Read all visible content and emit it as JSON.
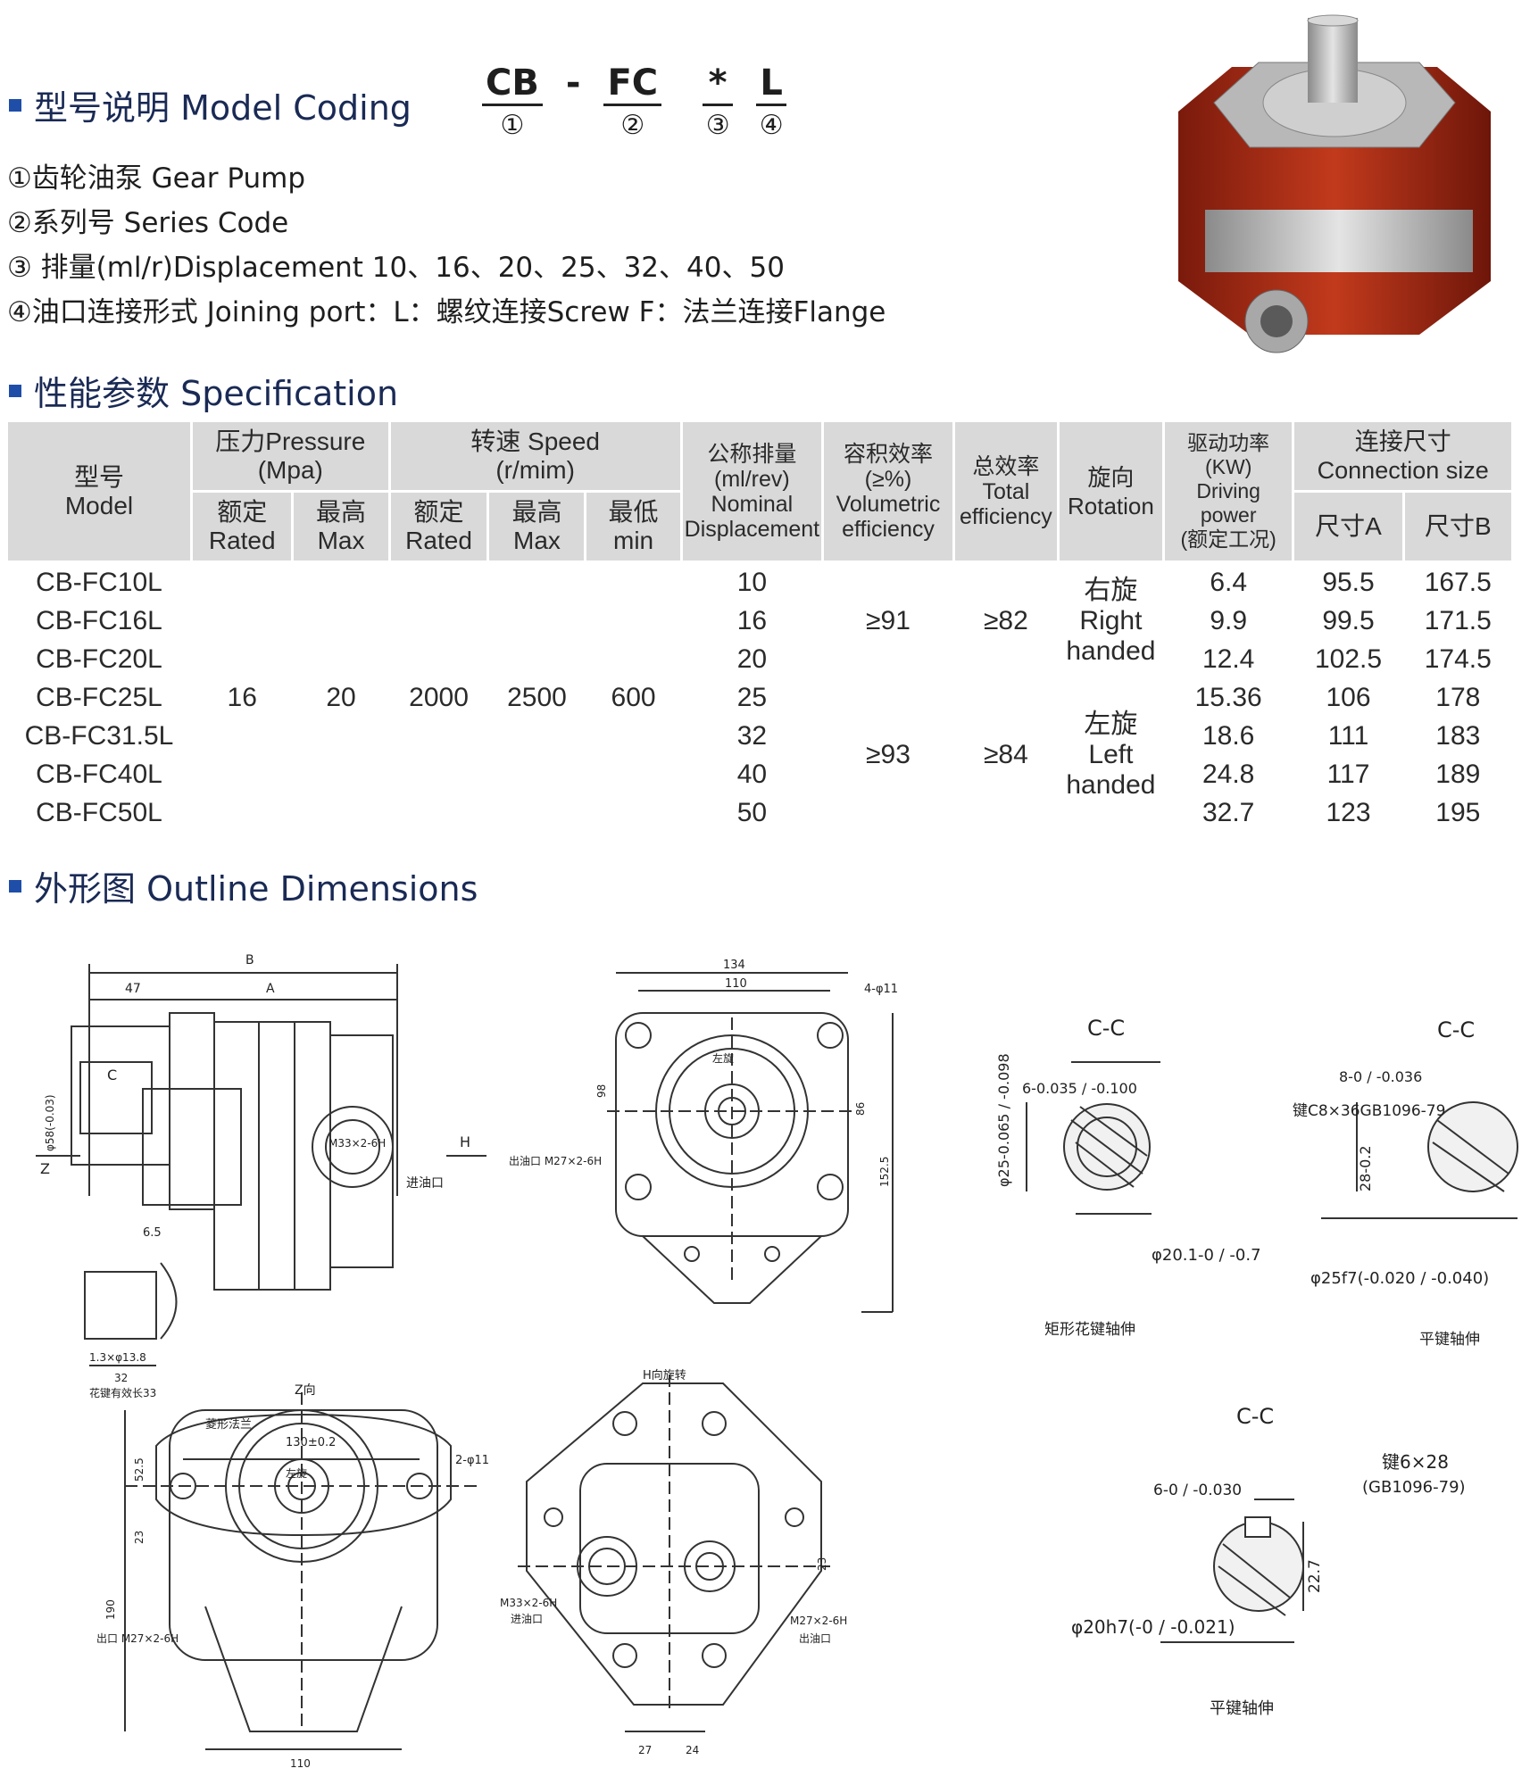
{
  "model_coding": {
    "title": "型号说明 Model Coding",
    "segments": [
      {
        "code": "CB",
        "num": "①"
      },
      {
        "code": "FC",
        "num": "②"
      },
      {
        "code": "*",
        "num": "③"
      },
      {
        "code": "L",
        "num": "④"
      }
    ],
    "dash": "-",
    "notes": [
      "①齿轮油泵  Gear Pump",
      "②系列号  Series Code",
      "③ 排量(ml/r)Displacement  10、16、20、25、32、40、50",
      "④油口连接形式 Joining port：L：螺纹连接Screw   F：法兰连接Flange"
    ]
  },
  "specification": {
    "title": "性能参数 Specification",
    "headers": {
      "model": "型号\nModel",
      "pressure": "压力Pressure\n(Mpa)",
      "pressure_rated": "额定\nRated",
      "pressure_max": "最高\nMax",
      "speed": "转速 Speed\n(r/mim)",
      "speed_rated": "额定\nRated",
      "speed_max": "最高\nMax",
      "speed_min": "最低\nmin",
      "displacement": "公称排量\n(ml/rev)\nNominal\nDisplacement",
      "volumetric": "容积效率\n(≥%)\nVolumetric\nefficiency",
      "total": "总效率\nTotal\nefficiency",
      "rotation": "旋向\nRotation",
      "power": "驱动功率\n(KW)\nDriving power\n(额定工况)",
      "connection": "连接尺寸\nConnection size",
      "size_a": "尺寸A",
      "size_b": "尺寸B"
    },
    "rows": [
      {
        "model": "CB-FC10L",
        "disp": "10",
        "power": "6.4",
        "a": "95.5",
        "b": "167.5"
      },
      {
        "model": "CB-FC16L",
        "disp": "16",
        "power": "9.9",
        "a": "99.5",
        "b": "171.5"
      },
      {
        "model": "CB-FC20L",
        "disp": "20",
        "power": "12.4",
        "a": "102.5",
        "b": "174.5"
      },
      {
        "model": "CB-FC25L",
        "disp": "25",
        "power": "15.36",
        "a": "106",
        "b": "178"
      },
      {
        "model": "CB-FC31.5L",
        "disp": "32",
        "power": "18.6",
        "a": "111",
        "b": "183"
      },
      {
        "model": "CB-FC40L",
        "disp": "40",
        "power": "24.8",
        "a": "117",
        "b": "189"
      },
      {
        "model": "CB-FC50L",
        "disp": "50",
        "power": "32.7",
        "a": "123",
        "b": "195"
      }
    ],
    "common": {
      "pressure_rated": "16",
      "pressure_max": "20",
      "speed_rated": "2000",
      "speed_max": "2500",
      "speed_min": "600",
      "vol_small": "≥91",
      "vol_large": "≥93",
      "total_small": "≥82",
      "total_large": "≥84",
      "rot_right": "右旋\nRight\nhanded",
      "rot_left": "左旋\nLeft\nhanded"
    }
  },
  "outline": {
    "title": "外形图 Outline Dimensions",
    "labels": {
      "side_b": "B",
      "side_a": "A",
      "side_47": "47",
      "side_inlet": "进油口",
      "side_h": "H",
      "side_z": "Z",
      "side_port": "M33×2-6H",
      "side_shaft": "φ58(-0.03)",
      "side_65": "6.5",
      "side_key": "1.3×φ13.8",
      "side_32": "32",
      "side_keylen": "花键有效长33",
      "side_c": "C",
      "h_134": "134",
      "h_110": "110",
      "h_holes": "4-φ11",
      "h_outlet": "出油口 M27×2-6H",
      "h_left": "左旋",
      "h_98": "98",
      "h_86": "86",
      "h_1525": "152.5",
      "h_caption": "H向旋转",
      "z_caption": "Z向",
      "f_flange": "菱形法兰",
      "f_130": "130±0.2",
      "f_holes": "2-φ11",
      "f_525": "52.5",
      "f_23": "23",
      "f_190": "190",
      "f_outlet": "出口 M27×2-6H",
      "f_110": "110",
      "f_left": "左旋",
      "b_inlet_port": "M33×2-6H",
      "b_inlet": "进油口",
      "b_outlet_port": "M27×2-6H",
      "b_outlet": "出油口",
      "b_23": "23",
      "b_27": "27",
      "b_24": "24",
      "cc1_title": "C-C",
      "cc1_width": "6-0.035 / -0.100",
      "cc1_od": "φ25-0.065 / -0.098",
      "cc1_id": "φ20.1-0 / -0.7",
      "cc1_caption": "矩形花键轴伸",
      "cc2_title": "C-C",
      "cc2_width": "8-0 / -0.036",
      "cc2_key": "键C8×36GB1096-79",
      "cc2_depth": "28-0.2",
      "cc2_dia": "φ25f7(-0.020 / -0.040)",
      "cc2_caption": "平键轴伸",
      "cc3_title": "C-C",
      "cc3_width": "6-0 / -0.030",
      "cc3_key": "键6×28",
      "cc3_std": "(GB1096-79)",
      "cc3_depth": "22.7",
      "cc3_dia": "φ20h7(-0 / -0.021)",
      "cc3_caption": "平键轴伸"
    }
  }
}
